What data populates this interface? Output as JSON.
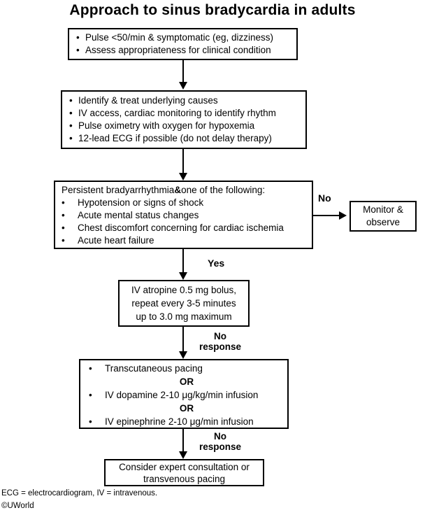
{
  "title": "Approach to sinus bradycardia in adults",
  "chars": {
    "bullet": "•"
  },
  "boxes": {
    "initial": {
      "bullets": [
        "Pulse <50/min & symptomatic (eg, dizziness)",
        "Assess appropriateness for clinical condition"
      ]
    },
    "stabilization": {
      "bullets": [
        "Identify & treat underlying causes",
        "IV access, cardiac monitoring to identify rhythm",
        "Pulse oximetry with oxygen for hypoxemia",
        "12-lead ECG if possible (do not delay therapy)"
      ]
    },
    "persistent": {
      "header_pre": "Persistent bradyarrhythmia ",
      "header_amp": "&",
      "header_post": " one of the following:",
      "bullets": [
        "Hypotension or signs of shock",
        "Acute mental status changes",
        "Chest discomfort concerning for cardiac ischemia",
        "Acute heart failure"
      ]
    },
    "monitor": {
      "line1": "Monitor &",
      "line2": "observe"
    },
    "atropine": {
      "line1": "IV atropine 0.5 mg bolus,",
      "line2": "repeat every 3-5 minutes",
      "line3": "up to 3.0 mg maximum"
    },
    "second_line": {
      "or": "OR",
      "bullets": [
        "Transcutaneous pacing",
        "IV dopamine 2-10 μg/kg/min infusion",
        "IV epinephrine 2-10 μg/min infusion"
      ]
    },
    "expert": {
      "line1": "Consider expert consultation or",
      "line2": "transvenous pacing"
    }
  },
  "labels": {
    "no": "No",
    "yes": "Yes",
    "no_response_line1": "No",
    "no_response_line2": "response"
  },
  "footer": {
    "abbreviations": "ECG = electrocardiogram, IV = intravenous.",
    "copyright": "©UWorld"
  },
  "colors": {
    "line": "#000000",
    "background": "#ffffff",
    "text": "#000000"
  }
}
